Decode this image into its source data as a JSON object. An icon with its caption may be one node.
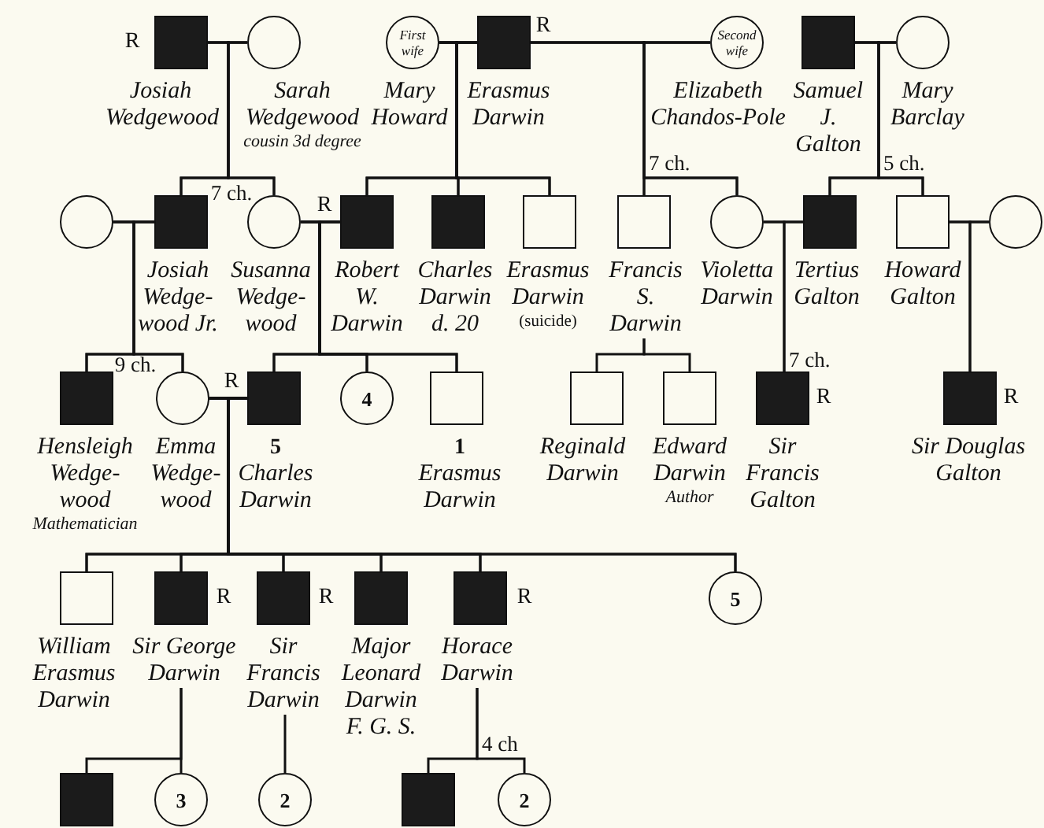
{
  "diagram": {
    "nodes": [
      {
        "text": [
          "Josiah Wedgewood"
        ],
        "beside": [
          "R"
        ]
      },
      {
        "text": [
          "Sarah Wedgewood",
          "cousin 3d degree"
        ]
      },
      {
        "text": [
          "First wife",
          "Mary Howard"
        ]
      },
      {
        "text": [
          "Erasmus Darwin"
        ],
        "beside": [
          "R"
        ]
      },
      {
        "text": [
          "Second wife",
          "Elizabeth Chandos-Pole"
        ]
      },
      {
        "text": [
          "Samuel J. Galton"
        ]
      },
      {
        "text": [
          "Mary Barclay"
        ]
      },
      {
        "text": [],
        "shape": "circle"
      },
      {
        "text": [
          "Josiah Wedge-wood Jr."
        ]
      },
      {
        "text": [
          "Susanna Wedge-wood"
        ]
      },
      {
        "text": [
          "Robert W. Darwin"
        ],
        "beside": [
          "R"
        ]
      },
      {
        "text": [
          "Charles Darwin",
          "d. 20"
        ]
      },
      {
        "text": [
          "Erasmus Darwin",
          "(suicide)"
        ]
      },
      {
        "text": [
          "Francis S. Darwin"
        ]
      },
      {
        "text": [
          "Violetta Darwin"
        ]
      },
      {
        "text": [
          "Tertius Galton"
        ]
      },
      {
        "text": [
          "Howard Galton"
        ]
      },
      {
        "text": [],
        "shape": "circle"
      },
      {
        "text": [
          "Hensleigh Wedge-wood",
          "Mathematician"
        ]
      },
      {
        "text": [
          "Emma Wedge-wood"
        ]
      },
      {
        "text": [
          "5",
          "Charles Darwin"
        ],
        "beside": [
          "R"
        ]
      },
      {
        "text": [
          "4"
        ]
      },
      {
        "text": [
          "1",
          "Erasmus Darwin"
        ]
      },
      {
        "text": [
          "Reginald Darwin"
        ]
      },
      {
        "text": [
          "Edward Darwin",
          "Author"
        ]
      },
      {
        "text": [
          "Sir Francis Galton"
        ],
        "beside": [
          "R"
        ]
      },
      {
        "text": [
          "Sir Douglas Galton"
        ],
        "beside": [
          "R"
        ]
      },
      {
        "text": [
          "William Erasmus Darwin"
        ]
      },
      {
        "text": [
          "Sir George Darwin"
        ],
        "beside": [
          "R"
        ]
      },
      {
        "text": [
          "Sir Francis Darwin"
        ],
        "beside": [
          "R"
        ]
      },
      {
        "text": [
          "Major Leonard Darwin",
          "F. G. S."
        ]
      },
      {
        "text": [
          "Horace Darwin"
        ],
        "beside": [
          "R"
        ]
      },
      {
        "text": [
          "5"
        ]
      },
      {
        "text": [],
        "shape": "box"
      },
      {
        "text": [
          "3"
        ]
      },
      {
        "text": [
          "2"
        ]
      },
      {
        "text": [],
        "shape": "box"
      },
      {
        "text": [
          "2"
        ]
      }
    ],
    "edges": [
      {
        "from": 0,
        "to": 1,
        "arrow": "none"
      },
      {
        "from": 0,
        "to": 8,
        "arrow": "none"
      },
      {
        "from": 0,
        "to": 9,
        "arrow": "none"
      },
      {
        "from": 1,
        "to": 8,
        "arrow": "none"
      },
      {
        "from": 1,
        "to": 9,
        "arrow": "none"
      },
      {
        "from": 2,
        "to": 3,
        "arrow": "none"
      },
      {
        "from": 2,
        "to": 10,
        "arrow": "none"
      },
      {
        "from": 2,
        "to": 11,
        "arrow": "none"
      },
      {
        "from": 2,
        "to": 12,
        "arrow": "none"
      },
      {
        "from": 3,
        "to": 10,
        "arrow": "none"
      },
      {
        "from": 3,
        "to": 11,
        "arrow": "none"
      },
      {
        "from": 3,
        "to": 12,
        "arrow": "none"
      },
      {
        "from": 3,
        "to": 4,
        "arrow": "none"
      },
      {
        "from": 3,
        "to": 13,
        "arrow": "none"
      },
      {
        "from": 3,
        "to": 14,
        "arrow": "none"
      },
      {
        "from": 4,
        "to": 13,
        "arrow": "none"
      },
      {
        "from": 4,
        "to": 14,
        "arrow": "none"
      },
      {
        "from": 5,
        "to": 6,
        "arrow": "none"
      },
      {
        "from": 5,
        "to": 15,
        "arrow": "none"
      },
      {
        "from": 5,
        "to": 16,
        "arrow": "none"
      },
      {
        "from": 6,
        "to": 15,
        "arrow": "none"
      },
      {
        "from": 6,
        "to": 16,
        "arrow": "none"
      },
      {
        "from": 7,
        "to": 8,
        "arrow": "none"
      },
      {
        "from": 7,
        "to": 18,
        "arrow": "none"
      },
      {
        "from": 7,
        "to": 19,
        "arrow": "none"
      },
      {
        "from": 8,
        "to": 18,
        "arrow": "none"
      },
      {
        "from": 8,
        "to": 19,
        "arrow": "none"
      },
      {
        "from": 9,
        "to": 10,
        "arrow": "none"
      },
      {
        "from": 9,
        "to": 20,
        "arrow": "none"
      },
      {
        "from": 9,
        "to": 21,
        "arrow": "none"
      },
      {
        "from": 9,
        "to": 22,
        "arrow": "none"
      },
      {
        "from": 10,
        "to": 20,
        "arrow": "none"
      },
      {
        "from": 10,
        "to": 21,
        "arrow": "none"
      },
      {
        "from": 10,
        "to": 22,
        "arrow": "none"
      },
      {
        "from": 13,
        "to": 23,
        "arrow": "none"
      },
      {
        "from": 13,
        "to": 24,
        "arrow": "none"
      },
      {
        "from": 14,
        "to": 15,
        "arrow": "none"
      },
      {
        "from": 14,
        "to": 25,
        "arrow": "none"
      },
      {
        "from": 15,
        "to": 25,
        "arrow": "none"
      },
      {
        "from": 16,
        "to": 17,
        "arrow": "none"
      },
      {
        "from": 16,
        "to": 26,
        "arrow": "none"
      },
      {
        "from": 17,
        "to": 26,
        "arrow": "none"
      },
      {
        "from": 19,
        "to": 20,
        "arrow": "none"
      },
      {
        "from": 19,
        "to": 27,
        "arrow": "none"
      },
      {
        "from": 19,
        "to": 28,
        "arrow": "none"
      },
      {
        "from": 19,
        "to": 29,
        "arrow": "none"
      },
      {
        "from": 19,
        "to": 30,
        "arrow": "none"
      },
      {
        "from": 19,
        "to": 31,
        "arrow": "none"
      },
      {
        "from": 19,
        "to": 32,
        "arrow": "none"
      },
      {
        "from": 20,
        "to": 27,
        "arrow": "none"
      },
      {
        "from": 20,
        "to": 28,
        "arrow": "none"
      },
      {
        "from": 20,
        "to": 29,
        "arrow": "none"
      },
      {
        "from": 20,
        "to": 30,
        "arrow": "none"
      },
      {
        "from": 20,
        "to": 31,
        "arrow": "none"
      },
      {
        "from": 20,
        "to": 32,
        "arrow": "none"
      },
      {
        "from": 28,
        "to": 33,
        "arrow": "none"
      },
      {
        "from": 28,
        "to": 34,
        "arrow": "none"
      },
      {
        "from": 29,
        "to": 35,
        "arrow": "none"
      },
      {
        "from": 31,
        "to": 36,
        "arrow": "none"
      },
      {
        "from": 31,
        "to": 37,
        "arrow": "none"
      }
    ],
    "labels": [
      "7 ch.",
      "5 ch.",
      "7 ch.",
      "9 ch.",
      "7 ch.",
      "4 ch"
    ]
  }
}
